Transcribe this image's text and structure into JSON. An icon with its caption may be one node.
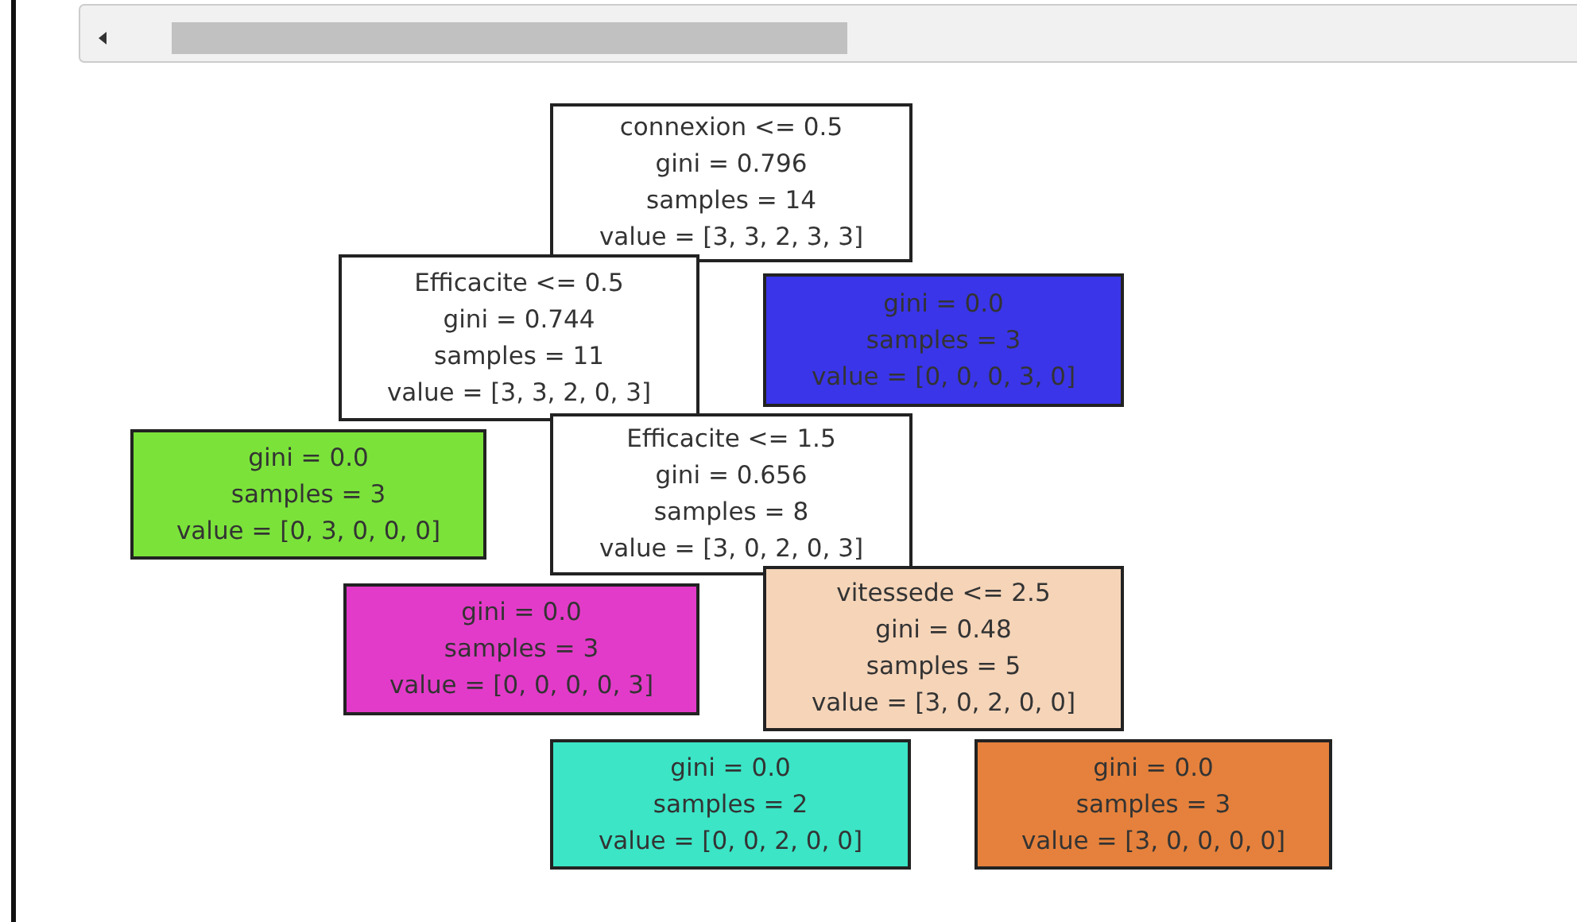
{
  "diagram": {
    "nodes": [
      {
        "text": [
          "connexion <= 0.5",
          "gini = 0.796",
          "samples = 14",
          "value = [3, 3, 2, 3, 3]"
        ]
      },
      {
        "text": [
          "Efficacite <= 0.5",
          "gini = 0.744",
          "samples = 11",
          "value = [3, 3, 2, 0, 3]"
        ]
      },
      {
        "text": [
          "gini = 0.0",
          "samples = 3",
          "value = [0, 0, 0, 3, 0]"
        ]
      },
      {
        "text": [
          "gini = 0.0",
          "samples = 3",
          "value = [0, 3, 0, 0, 0]"
        ]
      },
      {
        "text": [
          "Efficacite <= 1.5",
          "gini = 0.656",
          "samples = 8",
          "value = [3, 0, 2, 0, 3]"
        ]
      },
      {
        "text": [
          "gini = 0.0",
          "samples = 3",
          "value = [0, 0, 0, 0, 3]"
        ]
      },
      {
        "text": [
          "vitessede <= 2.5",
          "gini = 0.48",
          "samples = 5",
          "value = [3, 0, 2, 0, 0]"
        ]
      },
      {
        "text": [
          "gini = 0.0",
          "samples = 2",
          "value = [0, 0, 2, 0, 0]"
        ]
      },
      {
        "text": [
          "gini = 0.0",
          "samples = 3",
          "value = [3, 0, 0, 0, 0]"
        ]
      }
    ]
  }
}
